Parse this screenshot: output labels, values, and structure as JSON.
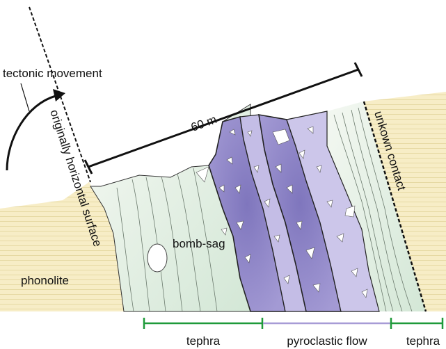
{
  "labels": {
    "tectonic_movement": "tectonic movement",
    "distance": "60 m",
    "original_surface": "originally horizontal surface",
    "unknown_contact": "unkown contact",
    "bomb_sag": "bomb-sag",
    "phonolite": "phonolite"
  },
  "units": [
    {
      "label": "tephra",
      "color": "#1f9a3a"
    },
    {
      "label": "pyroclastic flow",
      "color": "#a79cd6"
    },
    {
      "label": "tephra",
      "color": "#1f9a3a"
    }
  ],
  "colors": {
    "phonolite_fill": "#f7edc6",
    "phonolite_lines": "#e6d9a3",
    "tephra_fill": "#deeee0",
    "flow_dark": "#8a80c4",
    "flow_light": "#c4bde6",
    "outline": "#222222"
  },
  "icons": [
    "curved-arrow-icon",
    "scale-bar-icon"
  ]
}
